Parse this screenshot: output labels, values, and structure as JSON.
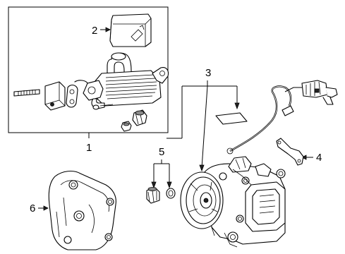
{
  "diagram": {
    "callouts": {
      "c1": "1",
      "c2": "2",
      "c3": "3",
      "c4": "4",
      "c5": "5",
      "c6": "6"
    }
  }
}
